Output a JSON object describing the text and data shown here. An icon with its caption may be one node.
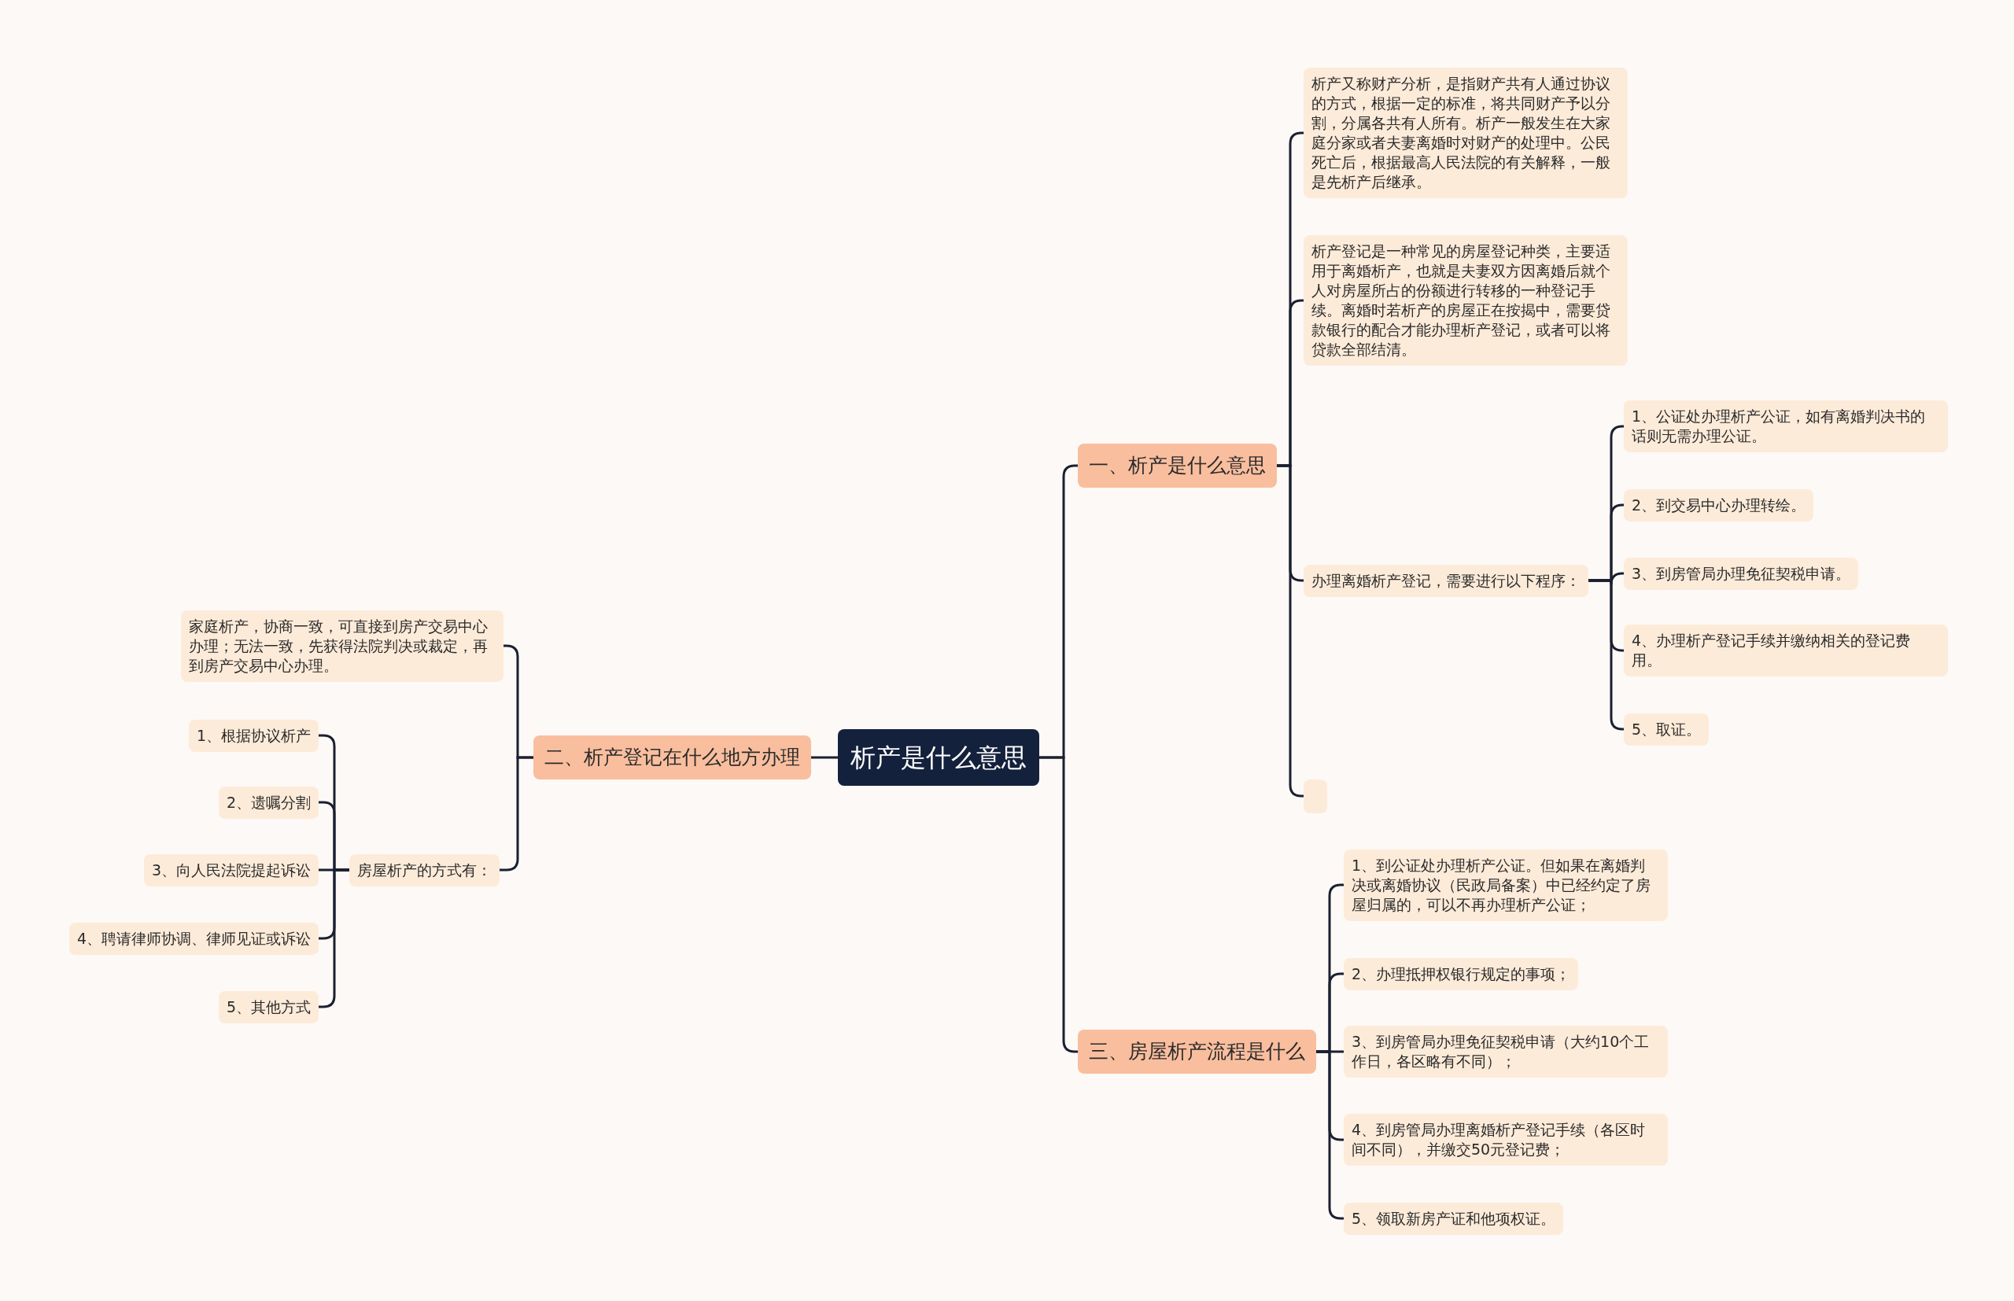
{
  "diagram": {
    "nodes": [
      {
        "text": [
          "析产是什么意思"
        ]
      },
      {
        "text": [
          "一、析产是什么意思"
        ]
      },
      {
        "text": [
          "析产又称财产分析，是指财产共有人通过协议的方式，根据一定的标准，将共同财产予以分割，分属各共有人所有。析产一般发生在大家庭分家或者夫妻离婚时对财产的处理中。公民死亡后，根据最高人民法院的有关解释，一般是先析产后继承。"
        ]
      },
      {
        "text": [
          "析产登记是一种常见的房屋登记种类，主要适用于离婚析产，也就是夫妻双方因离婚后就个人对房屋所占的份额进行转移的一种登记手续。离婚时若析产的房屋正在按揭中，需要贷款银行的配合才能办理析产登记，或者可以将贷款全部结清。"
        ]
      },
      {
        "text": [
          "办理离婚析产登记，需要进行以下程序："
        ]
      },
      {
        "text": [
          "1、公证处办理析产公证，如有离婚判决书的话则无需办理公证。"
        ]
      },
      {
        "text": [
          "2、到交易中心办理转绘。"
        ]
      },
      {
        "text": [
          "3、到房管局办理免征契税申请。"
        ]
      },
      {
        "text": [
          "4、办理析产登记手续并缴纳相关的登记费用。"
        ]
      },
      {
        "text": [
          "5、取证。"
        ]
      },
      {
        "text": [],
        "shape": "box"
      },
      {
        "text": [
          "二、析产登记在什么地方办理"
        ]
      },
      {
        "text": [
          "家庭析产，协商一致，可直接到房产交易中心办理；无法一致，先获得法院判决或裁定，再到房产交易中心办理。"
        ]
      },
      {
        "text": [
          "房屋析产的方式有："
        ]
      },
      {
        "text": [
          "1、根据协议析产"
        ]
      },
      {
        "text": [
          "2、遗嘱分割"
        ]
      },
      {
        "text": [
          "3、向人民法院提起诉讼"
        ]
      },
      {
        "text": [
          "4、聘请律师协调、律师见证或诉讼"
        ]
      },
      {
        "text": [
          "5、其他方式"
        ]
      },
      {
        "text": [
          "三、房屋析产流程是什么"
        ]
      },
      {
        "text": [
          "1、到公证处办理析产公证。但如果在离婚判决或离婚协议（民政局备案）中已经约定了房屋归属的，可以不再办理析产公证；"
        ]
      },
      {
        "text": [
          "2、办理抵押权银行规定的事项；"
        ]
      },
      {
        "text": [
          "3、到房管局办理免征契税申请（大约10个工作日，各区略有不同）；"
        ]
      },
      {
        "text": [
          "4、到房管局办理离婚析产登记手续（各区时间不同），并缴交50元登记费；"
        ]
      },
      {
        "text": [
          "5、领取新房产证和他项权证。"
        ]
      }
    ],
    "edges": [
      {
        "from": 0,
        "to": 1,
        "arrow": "none"
      },
      {
        "from": 1,
        "to": 2,
        "arrow": "none"
      },
      {
        "from": 1,
        "to": 3,
        "arrow": "none"
      },
      {
        "from": 1,
        "to": 4,
        "arrow": "none"
      },
      {
        "from": 4,
        "to": 5,
        "arrow": "none"
      },
      {
        "from": 4,
        "to": 6,
        "arrow": "none"
      },
      {
        "from": 4,
        "to": 7,
        "arrow": "none"
      },
      {
        "from": 4,
        "to": 8,
        "arrow": "none"
      },
      {
        "from": 4,
        "to": 9,
        "arrow": "none"
      },
      {
        "from": 1,
        "to": 10,
        "arrow": "none"
      },
      {
        "from": 0,
        "to": 11,
        "arrow": "none"
      },
      {
        "from": 11,
        "to": 12,
        "arrow": "none"
      },
      {
        "from": 11,
        "to": 13,
        "arrow": "none"
      },
      {
        "from": 13,
        "to": 14,
        "arrow": "none"
      },
      {
        "from": 13,
        "to": 15,
        "arrow": "none"
      },
      {
        "from": 13,
        "to": 16,
        "arrow": "none"
      },
      {
        "from": 13,
        "to": 17,
        "arrow": "none"
      },
      {
        "from": 13,
        "to": 18,
        "arrow": "none"
      },
      {
        "from": 0,
        "to": 19,
        "arrow": "none"
      },
      {
        "from": 19,
        "to": 20,
        "arrow": "none"
      },
      {
        "from": 19,
        "to": 21,
        "arrow": "none"
      },
      {
        "from": 19,
        "to": 22,
        "arrow": "none"
      },
      {
        "from": 19,
        "to": 23,
        "arrow": "none"
      },
      {
        "from": 19,
        "to": 24,
        "arrow": "none"
      }
    ]
  }
}
